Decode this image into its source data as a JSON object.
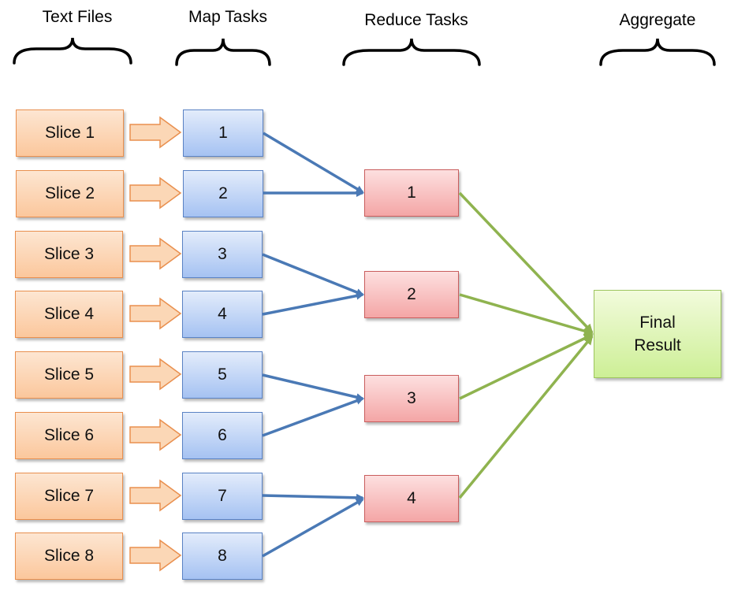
{
  "headers": {
    "text_files": "Text Files",
    "map_tasks": "Map Tasks",
    "reduce_tasks": "Reduce Tasks",
    "aggregate": "Aggregate"
  },
  "slices": [
    "Slice 1",
    "Slice 2",
    "Slice 3",
    "Slice 4",
    "Slice 5",
    "Slice 6",
    "Slice 7",
    "Slice 8"
  ],
  "map_tasks": [
    "1",
    "2",
    "3",
    "4",
    "5",
    "6",
    "7",
    "8"
  ],
  "reduce_tasks": [
    "1",
    "2",
    "3",
    "4"
  ],
  "final": {
    "line1": "Final",
    "line2": "Result"
  },
  "colors": {
    "map_to_reduce_arrow": "#4a79b5",
    "reduce_to_final_arrow": "#8fb34f",
    "slice_fill": "#fbc79c",
    "map_fill": "#a5c2f2",
    "reduce_fill": "#f4a6a6",
    "final_fill": "#cdef96"
  },
  "map_to_reduce": [
    [
      1,
      1
    ],
    [
      2,
      1
    ],
    [
      3,
      2
    ],
    [
      4,
      2
    ],
    [
      5,
      3
    ],
    [
      6,
      3
    ],
    [
      7,
      4
    ],
    [
      8,
      4
    ]
  ],
  "reduce_to_final": [
    1,
    2,
    3,
    4
  ]
}
